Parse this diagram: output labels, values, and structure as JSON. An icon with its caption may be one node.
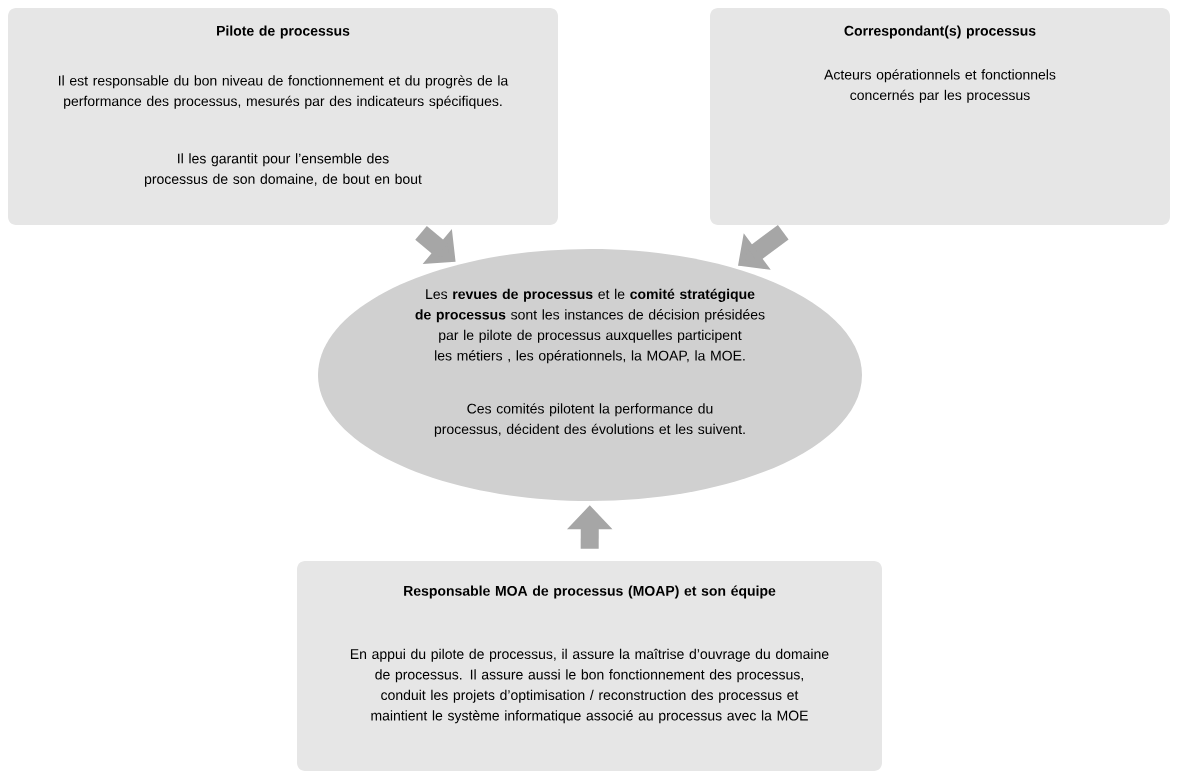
{
  "diagram": {
    "nodes": [
      {
        "text": [
          "Pilote de processus",
          "Il est responsable du bon niveau de fonctionnement et du progrès de la performance des processus, mesurés par des indicateurs spécifiques.",
          "Il les garantit pour l’ensemble des processus de son domaine, de bout en bout"
        ]
      },
      {
        "text": [
          "Correspondant(s) processus",
          "Acteurs opérationnels et fonctionnels concernés par les processus"
        ]
      },
      {
        "text": [
          "Les **revues de processus** et le **comité stratégique de processus** sont les instances de décision présidées par le pilote de processus auxquelles participent les métiers , les opérationnels, la MOAP, la MOE.",
          "Ces comités pilotent la performance du processus, décident des évolutions et les suivent."
        ]
      },
      {
        "text": [
          "Responsable MOA de processus (MOAP) et son équipe",
          "En appui du pilote de processus, il assure la maîtrise d’ouvrage du domaine de processus. Il assure aussi le bon fonctionnement des processus, conduit les projets d’optimisation / reconstruction des processus et maintient le système informatique associé au processus avec la MOE"
        ]
      }
    ],
    "edges": [
      {
        "from": 0,
        "to": 2,
        "arrow": "to"
      },
      {
        "from": 1,
        "to": 2,
        "arrow": "to"
      },
      {
        "from": 3,
        "to": 2,
        "arrow": "to"
      }
    ]
  }
}
